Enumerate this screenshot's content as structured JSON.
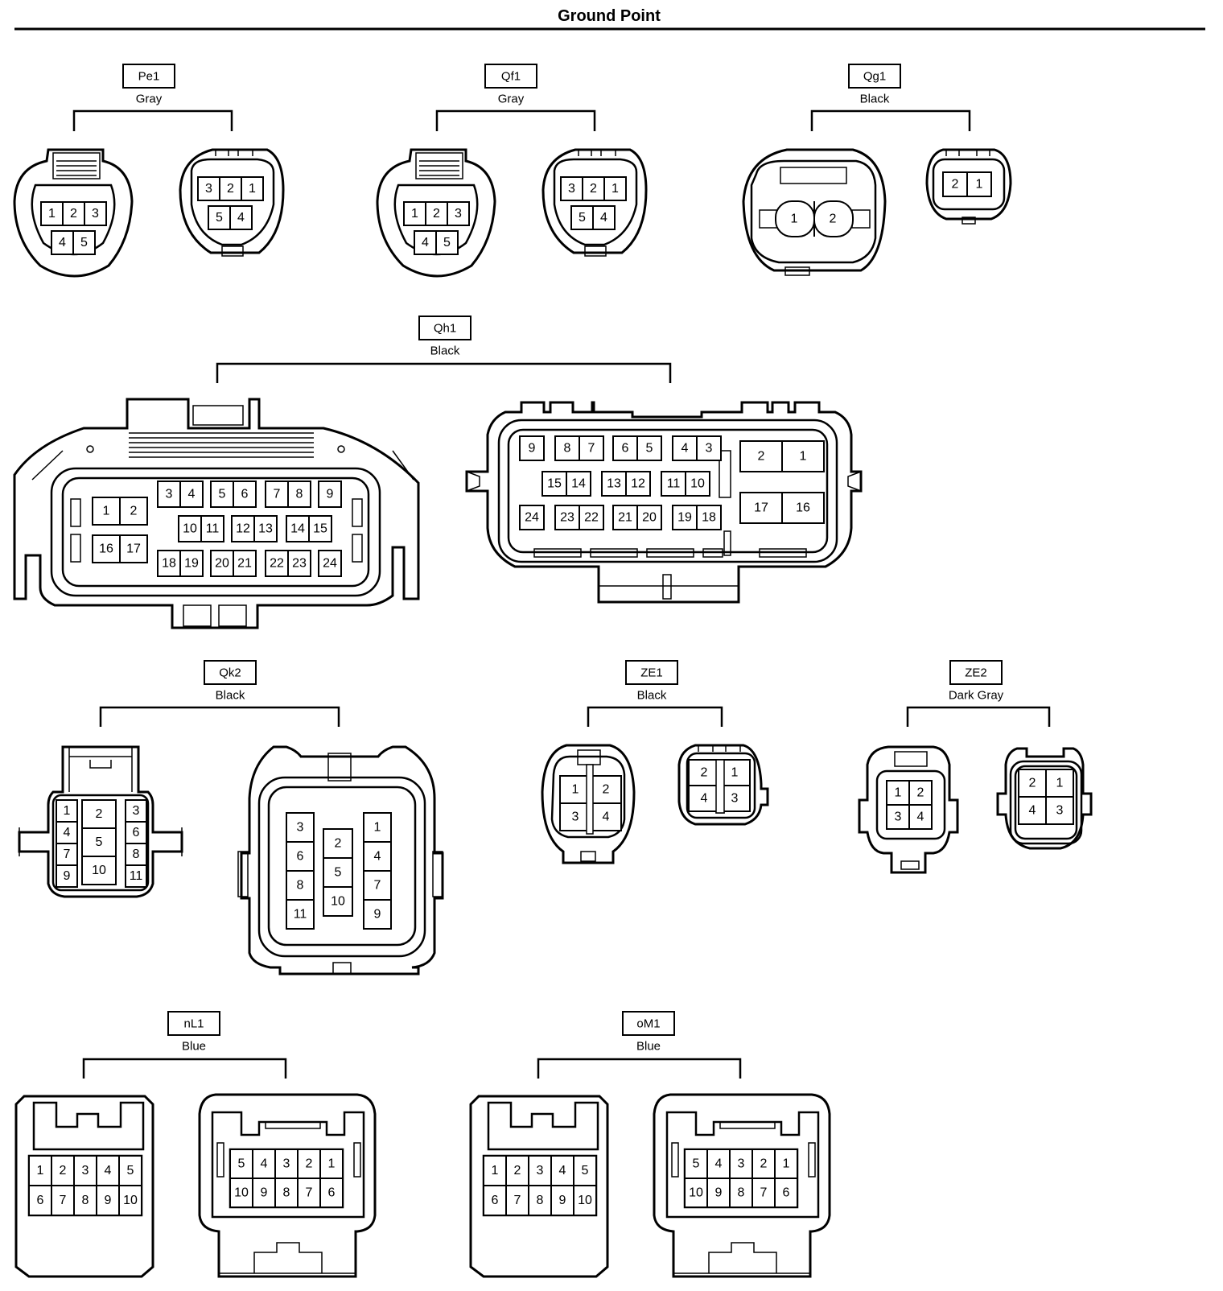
{
  "title": "Ground Point",
  "connectors": {
    "Pe1": {
      "code": "Pe1",
      "color": "Gray"
    },
    "Qf1": {
      "code": "Qf1",
      "color": "Gray"
    },
    "Qg1": {
      "code": "Qg1",
      "color": "Black"
    },
    "Qh1": {
      "code": "Qh1",
      "color": "Black"
    },
    "Qk2": {
      "code": "Qk2",
      "color": "Black"
    },
    "ZE1": {
      "code": "ZE1",
      "color": "Black"
    },
    "ZE2": {
      "code": "ZE2",
      "color": "Dark Gray"
    },
    "nL1": {
      "code": "nL1",
      "color": "Blue"
    },
    "oM1": {
      "code": "oM1",
      "color": "Blue"
    }
  },
  "pin_labels": [
    "1",
    "2",
    "3",
    "4",
    "5",
    "6",
    "7",
    "8",
    "9",
    "10",
    "11",
    "12",
    "13",
    "14",
    "15",
    "16",
    "17",
    "18",
    "19",
    "20",
    "21",
    "22",
    "23",
    "24"
  ]
}
